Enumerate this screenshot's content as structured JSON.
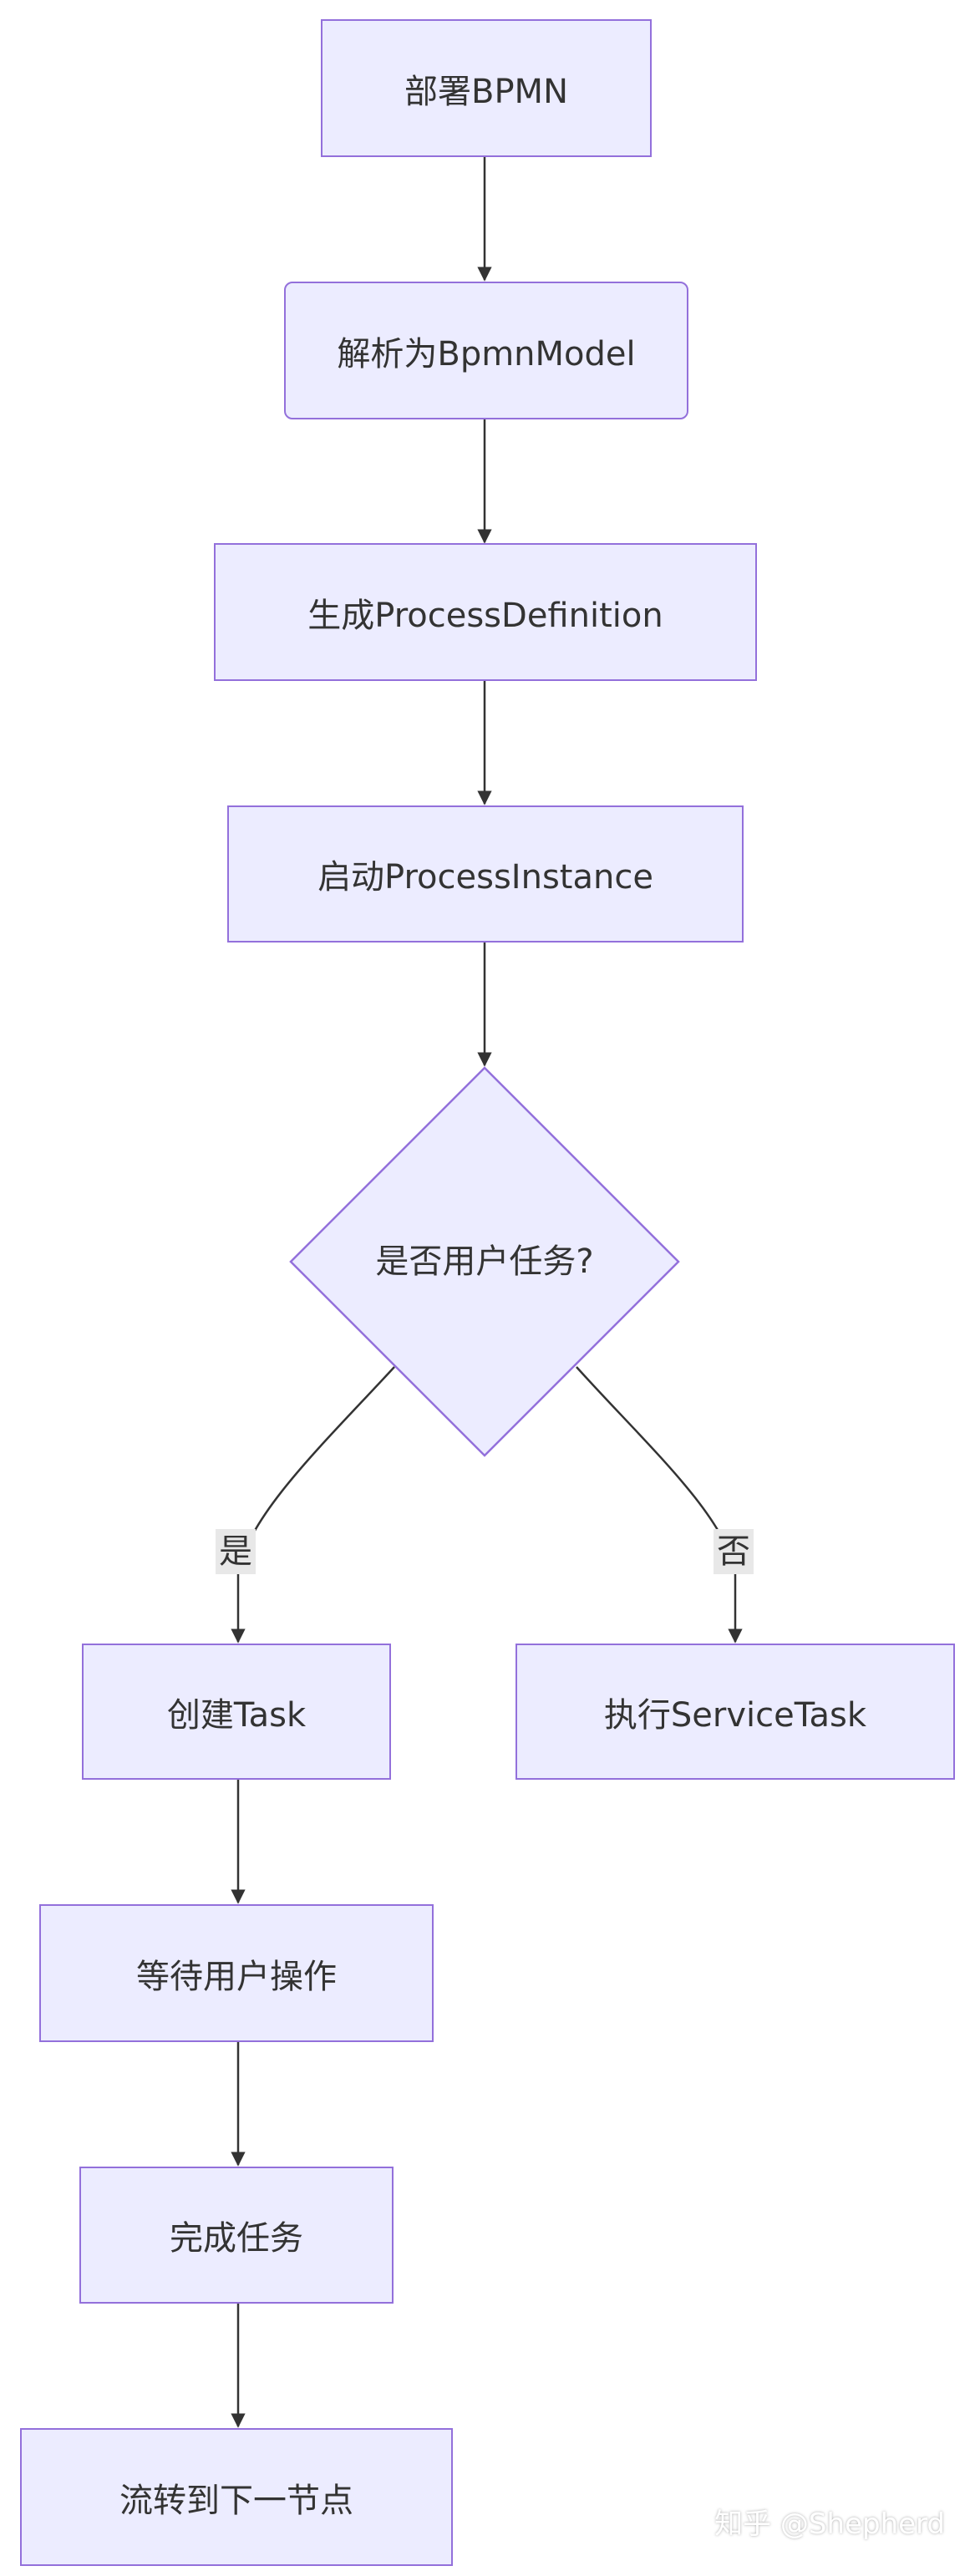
{
  "nodes": {
    "deploy": "部署BPMN",
    "parse": "解析为BpmnModel",
    "generate": "生成ProcessDefinition",
    "start": "启动ProcessInstance",
    "decision": "是否用户任务?",
    "create_task": "创建Task",
    "service_task": "执行ServiceTask",
    "wait": "等待用户操作",
    "complete": "完成任务",
    "next": "流转到下一节点"
  },
  "edges": {
    "yes": "是",
    "no": "否"
  },
  "colors": {
    "node_fill": "#ECECFF",
    "node_border": "#9370DB",
    "edge": "#333333",
    "edge_label_bg": "#e8e8e8"
  },
  "watermark": "知乎 @Shepherd"
}
